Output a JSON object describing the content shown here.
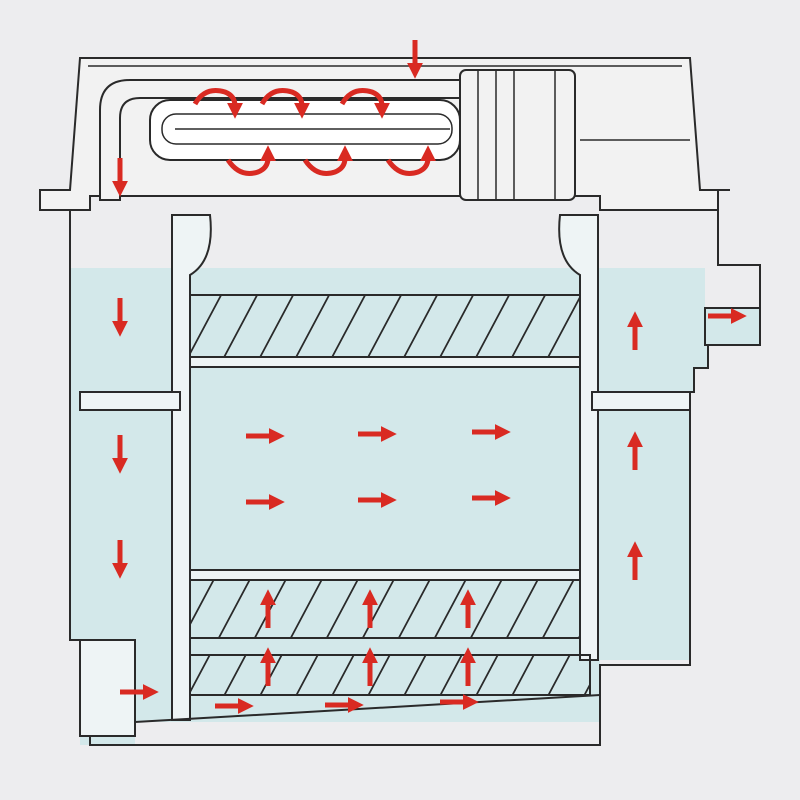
{
  "diagram": {
    "description_text": "",
    "colors": {
      "background": "#ededef",
      "water": "#d3e8ea",
      "housing": "#f2f2f2",
      "outline": "#2a2a2a",
      "arrow": "#d92a22",
      "filter_hatch": "#2a2a2a"
    },
    "parts": [
      "lid",
      "uv-lamp",
      "lamp-cap",
      "inlet-chute",
      "filter-tray",
      "upper-filter-pad",
      "lower-filter-pad",
      "bottom-filter-pad",
      "outlet-port",
      "left-shelf",
      "right-shelf"
    ],
    "flow_arrows": {
      "inlet": "down",
      "uv_chamber": "swirl",
      "left_channel": "down",
      "bottom_channel": "right",
      "filter_stack": "up",
      "middle_chamber": "right",
      "right_channel": "up",
      "outlet": "right"
    }
  }
}
